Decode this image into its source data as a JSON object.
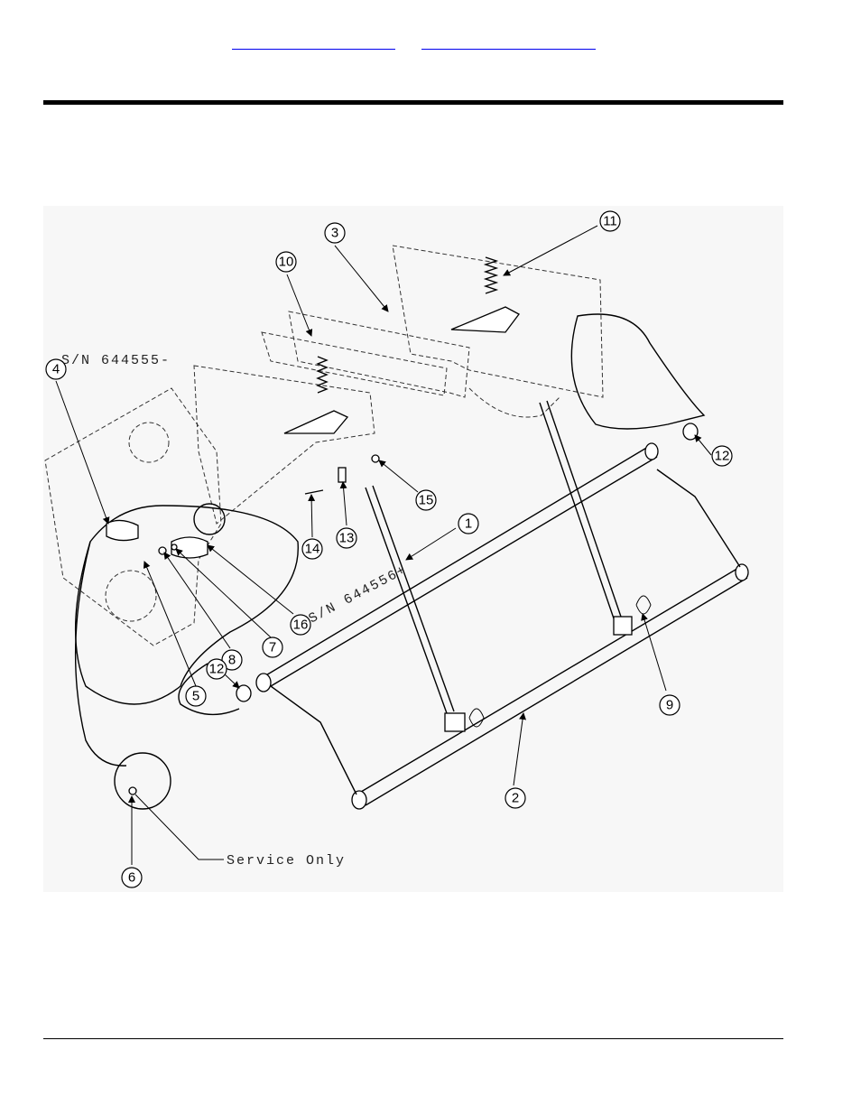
{
  "header": {
    "link_a": "",
    "link_b": ""
  },
  "diagram": {
    "labels": {
      "sn_old": "S/N 644555-",
      "sn_new": "S/N 644556+",
      "service_note": "Service Only"
    },
    "callouts": [
      "1",
      "2",
      "3",
      "4",
      "5",
      "6",
      "7",
      "8",
      "9",
      "10",
      "11",
      "12",
      "12",
      "13",
      "14",
      "15",
      "16"
    ]
  }
}
